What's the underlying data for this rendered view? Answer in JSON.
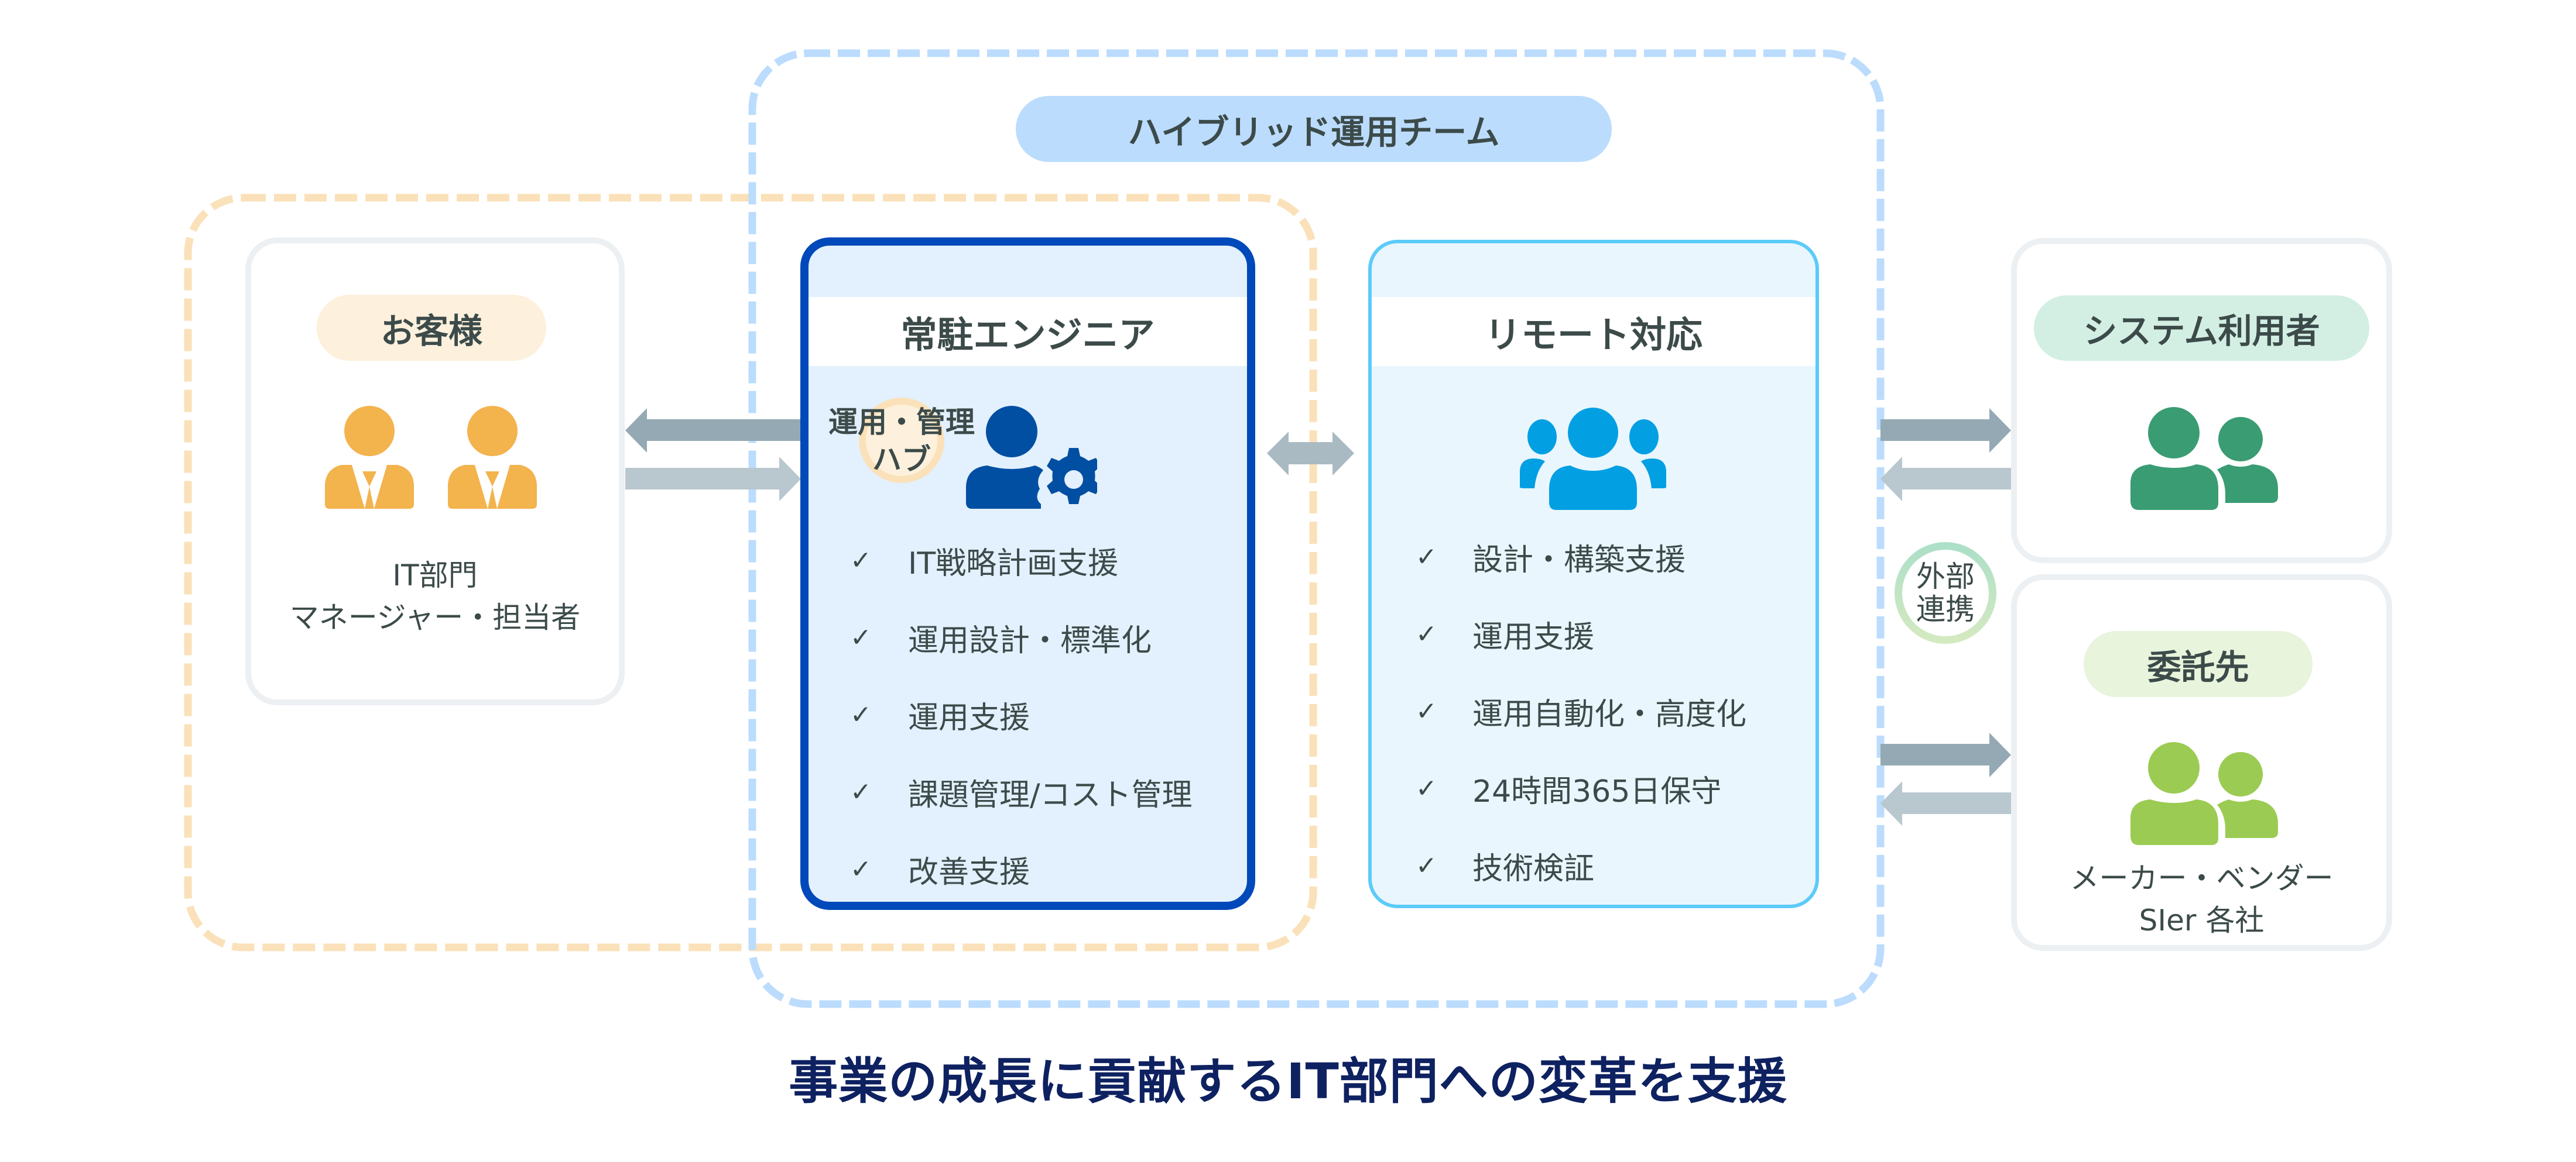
{
  "colors": {
    "team_frame": "#BBDCFD",
    "customer_frame": "#FAE1B9",
    "resident_border": "#0049BA",
    "resident_icon": "#014FA3",
    "remote_border": "#5BCBF9",
    "remote_icon": "#039FE3",
    "customer_icon": "#F3B34D",
    "sysuser_icon": "#3A9C72",
    "vendor_icon": "#9BCB53",
    "arrow_dark": "#94A9B4",
    "arrow_light": "#B9C7CE",
    "tagline": "#0E2160"
  },
  "team": {
    "label": "ハイブリッド運用チーム"
  },
  "customer": {
    "label": "お客様",
    "icon": "business-people-icon",
    "caption_line1": "IT部門",
    "caption_line2": "マネージャー・担当者"
  },
  "resident": {
    "title": "常駐エンジニア",
    "hub_line1": "運用・管理",
    "hub_line2": "ハブ",
    "icon": "person-gear-icon",
    "check_glyph": "✓",
    "items": [
      "IT戦略計画支援",
      "運用設計・標準化",
      "運用支援",
      "課題管理/コスト管理",
      "改善支援"
    ]
  },
  "remote": {
    "title": "リモート対応",
    "icon": "group-icon",
    "check_glyph": "✓",
    "items": [
      "設計・構築支援",
      "運用支援",
      "運用自動化・高度化",
      "24時間365日保守",
      "技術検証"
    ]
  },
  "external": {
    "line1": "外部",
    "line2": "連携"
  },
  "system_users": {
    "label": "システム利用者",
    "icon": "users-icon"
  },
  "vendors": {
    "label": "委託先",
    "icon": "users-icon",
    "caption_line1": "メーカー・ベンダー",
    "caption_line2": "SIer 各社"
  },
  "tagline": "事業の成長に貢献するIT部門への変革を支援"
}
